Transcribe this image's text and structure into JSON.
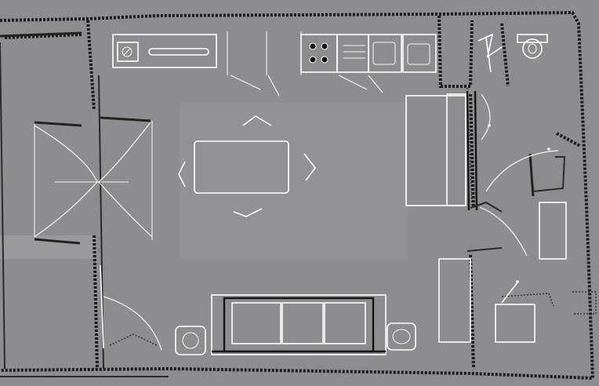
{
  "plan": {
    "rooms": [
      "living-kitchen",
      "bathroom",
      "hallway",
      "balcony"
    ],
    "furniture": [
      "dining-table",
      "chairs",
      "kitchen-counter",
      "hob",
      "sink",
      "oven",
      "fridge",
      "sofa",
      "bed",
      "wardrobe",
      "toilet",
      "washbasin",
      "washing-machine",
      "round-tables"
    ]
  },
  "colors": {
    "background": "#8e8e90",
    "walls": "#1c1c1e",
    "fixtures": "#ffffff"
  }
}
